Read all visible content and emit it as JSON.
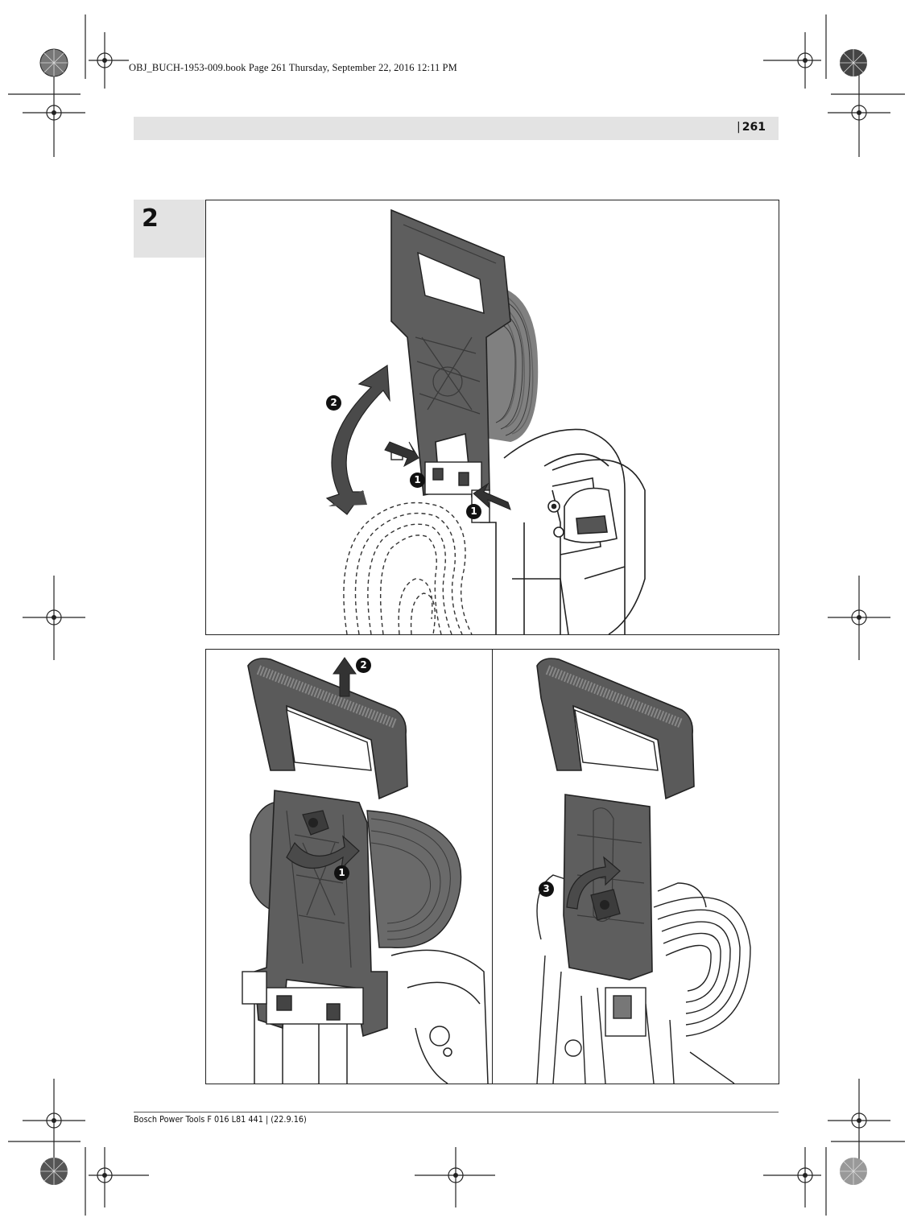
{
  "header": {
    "file_line": "OBJ_BUCH-1953-009.book  Page 261  Thursday, September 22, 2016  12:11 PM",
    "page_number": "261"
  },
  "figure": {
    "number": "2",
    "callouts": {
      "top_1a": "1",
      "top_1b": "1",
      "top_2": "2",
      "left_1": "1",
      "left_2": "2",
      "right_3": "3"
    }
  },
  "footer": {
    "text": "Bosch Power Tools F 016 L81 441 | (22.9.16)"
  },
  "colors": {
    "handle": "#5a5a5a",
    "handle_dark": "#3c3c3c",
    "bar": "#e3e3e3",
    "line": "#222222"
  }
}
